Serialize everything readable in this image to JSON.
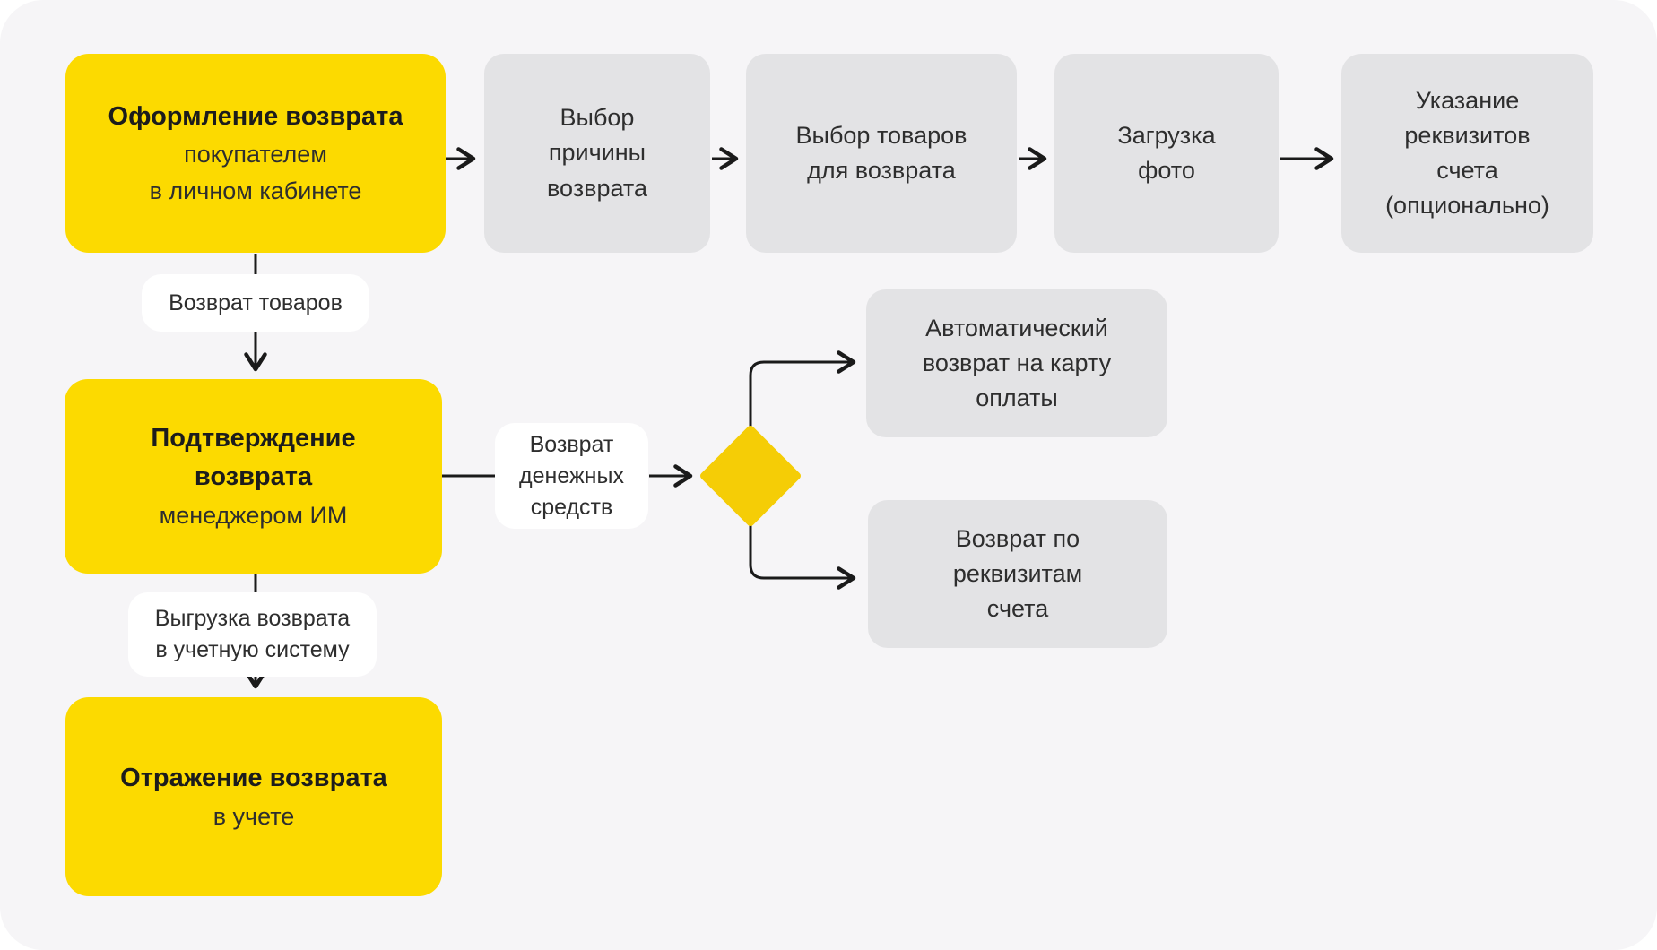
{
  "colors": {
    "page_bg": "#FFFFFF",
    "canvas_bg": "#F6F5F7",
    "node_yellow": "#FCDA00",
    "diamond_yellow": "#F5CD06",
    "node_gray": "#E3E3E5",
    "label_bg": "#FFFFFF",
    "text": "#2E2E2E",
    "text_strong": "#1C1C1C",
    "arrow": "#1A1A1A"
  },
  "nodes": {
    "start": {
      "title": "Оформление возврата",
      "subtitle": "покупателем\nв личном кабинете"
    },
    "choose_reason": {
      "label": "Выбор\nпричины\nвозврата"
    },
    "choose_goods": {
      "label": "Выбор товаров\nдля возврата"
    },
    "upload_photo": {
      "label": "Загрузка\nфото"
    },
    "account_details": {
      "label": "Указание\nреквизитов\nсчета\n(опционально)"
    },
    "confirm": {
      "title": "Подтверждение\nвозврата",
      "subtitle": "менеджером ИМ"
    },
    "auto_refund": {
      "label": "Автоматический\nвозврат на карту\nоплаты"
    },
    "refund_by_details": {
      "label": "Возврат по\nреквизитам\nсчета"
    },
    "reflect": {
      "title": "Отражение возврата",
      "subtitle": "в учете"
    }
  },
  "edges": {
    "goods_return": {
      "label": "Возврат товаров"
    },
    "money_refund": {
      "label": "Возврат\nденежных\nсредств"
    },
    "unload_to_accounting": {
      "label": "Выгрузка возврата\nв учетную систему"
    }
  }
}
